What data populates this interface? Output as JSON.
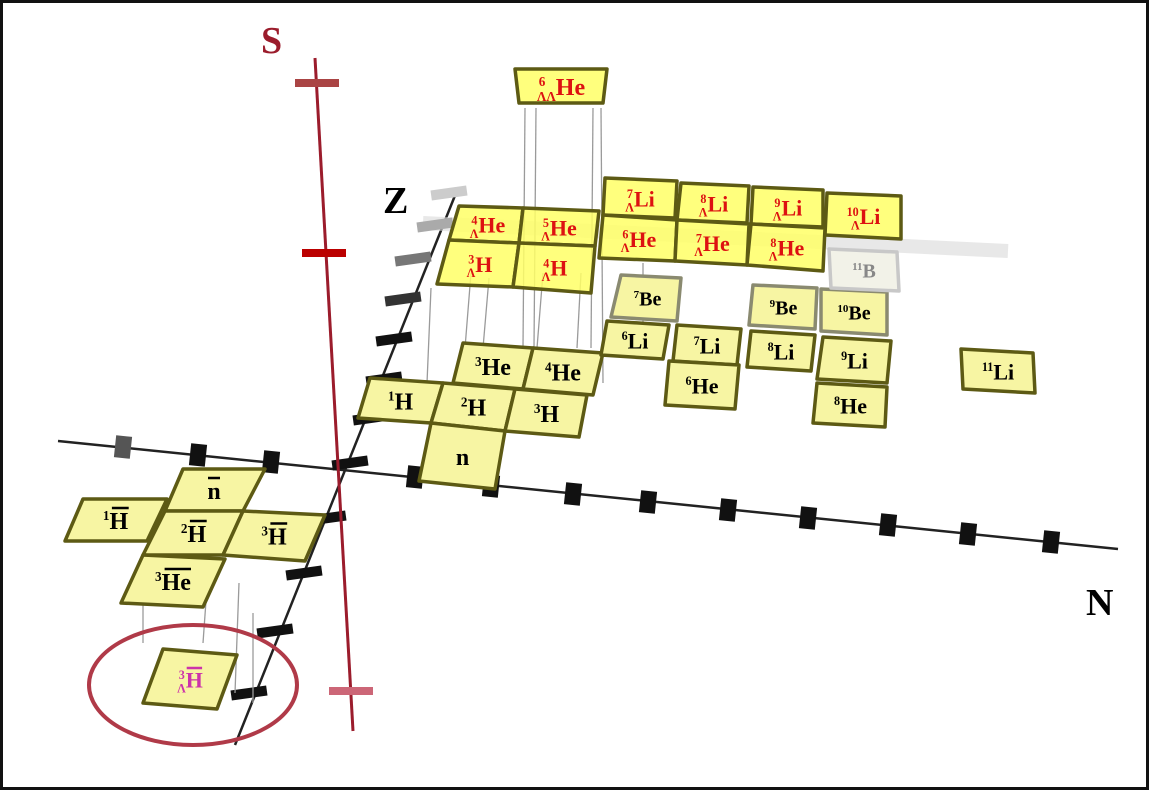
{
  "axes": {
    "s_label": "S",
    "z_label": "Z",
    "n_label": "N"
  },
  "colors": {
    "cell_fill": "#f7f5a3",
    "hyper_fill": "#ffff66",
    "cell_border": "#5d5a14",
    "normal_text": "#000000",
    "hyper_text": "#dd1111",
    "faded_text": "#888888",
    "anti_hyper_text": "#cc33aa",
    "s_axis": "#9b1c2c",
    "highlight_circle": "#b03a48"
  },
  "nuclides": {
    "normal": [
      {
        "id": "n",
        "text": "n"
      },
      {
        "id": "h1",
        "mass": "1",
        "sym": "H"
      },
      {
        "id": "h2",
        "mass": "2",
        "sym": "H"
      },
      {
        "id": "h3",
        "mass": "3",
        "sym": "H"
      },
      {
        "id": "he3",
        "mass": "3",
        "sym": "He"
      },
      {
        "id": "he4",
        "mass": "4",
        "sym": "He"
      },
      {
        "id": "he6",
        "mass": "6",
        "sym": "He"
      },
      {
        "id": "he8",
        "mass": "8",
        "sym": "He"
      },
      {
        "id": "li6",
        "mass": "6",
        "sym": "Li"
      },
      {
        "id": "li7",
        "mass": "7",
        "sym": "Li"
      },
      {
        "id": "li8",
        "mass": "8",
        "sym": "Li"
      },
      {
        "id": "li9",
        "mass": "9",
        "sym": "Li"
      },
      {
        "id": "li11",
        "mass": "11",
        "sym": "Li"
      },
      {
        "id": "be7",
        "mass": "7",
        "sym": "Be"
      },
      {
        "id": "be9",
        "mass": "9",
        "sym": "Be"
      },
      {
        "id": "be10",
        "mass": "10",
        "sym": "Be"
      },
      {
        "id": "b11",
        "mass": "11",
        "sym": "B"
      }
    ],
    "hyper": [
      {
        "id": "hyp-h3",
        "mass": "3",
        "sub": "Λ",
        "sym": "H"
      },
      {
        "id": "hyp-h4",
        "mass": "4",
        "sub": "Λ",
        "sym": "H"
      },
      {
        "id": "hyp-he4",
        "mass": "4",
        "sub": "Λ",
        "sym": "He"
      },
      {
        "id": "hyp-he5",
        "mass": "5",
        "sub": "Λ",
        "sym": "He"
      },
      {
        "id": "hyp-he6",
        "mass": "6",
        "sub": "Λ",
        "sym": "He"
      },
      {
        "id": "hyp-he7",
        "mass": "7",
        "sub": "Λ",
        "sym": "He"
      },
      {
        "id": "hyp-he8",
        "mass": "8",
        "sub": "Λ",
        "sym": "He"
      },
      {
        "id": "hyp-li7",
        "mass": "7",
        "sub": "Λ",
        "sym": "Li"
      },
      {
        "id": "hyp-li8",
        "mass": "8",
        "sub": "Λ",
        "sym": "Li"
      },
      {
        "id": "hyp-li9",
        "mass": "9",
        "sub": "Λ",
        "sym": "Li"
      },
      {
        "id": "hyp-li10",
        "mass": "10",
        "sub": "Λ",
        "sym": "Li"
      },
      {
        "id": "dhyp-he6",
        "mass": "6",
        "sub": "ΛΛ",
        "sym": "He"
      }
    ],
    "anti": [
      {
        "id": "anti-n",
        "text": "n"
      },
      {
        "id": "anti-h1",
        "mass": "1",
        "sym": "H"
      },
      {
        "id": "anti-h2",
        "mass": "2",
        "sym": "H"
      },
      {
        "id": "anti-h3",
        "mass": "3",
        "sym": "H"
      },
      {
        "id": "anti-he3",
        "mass": "3",
        "sym": "He"
      }
    ],
    "anti_hyper": [
      {
        "id": "anti-hyp-h3",
        "mass": "3",
        "sub": "Λ",
        "sym": "H"
      }
    ]
  }
}
